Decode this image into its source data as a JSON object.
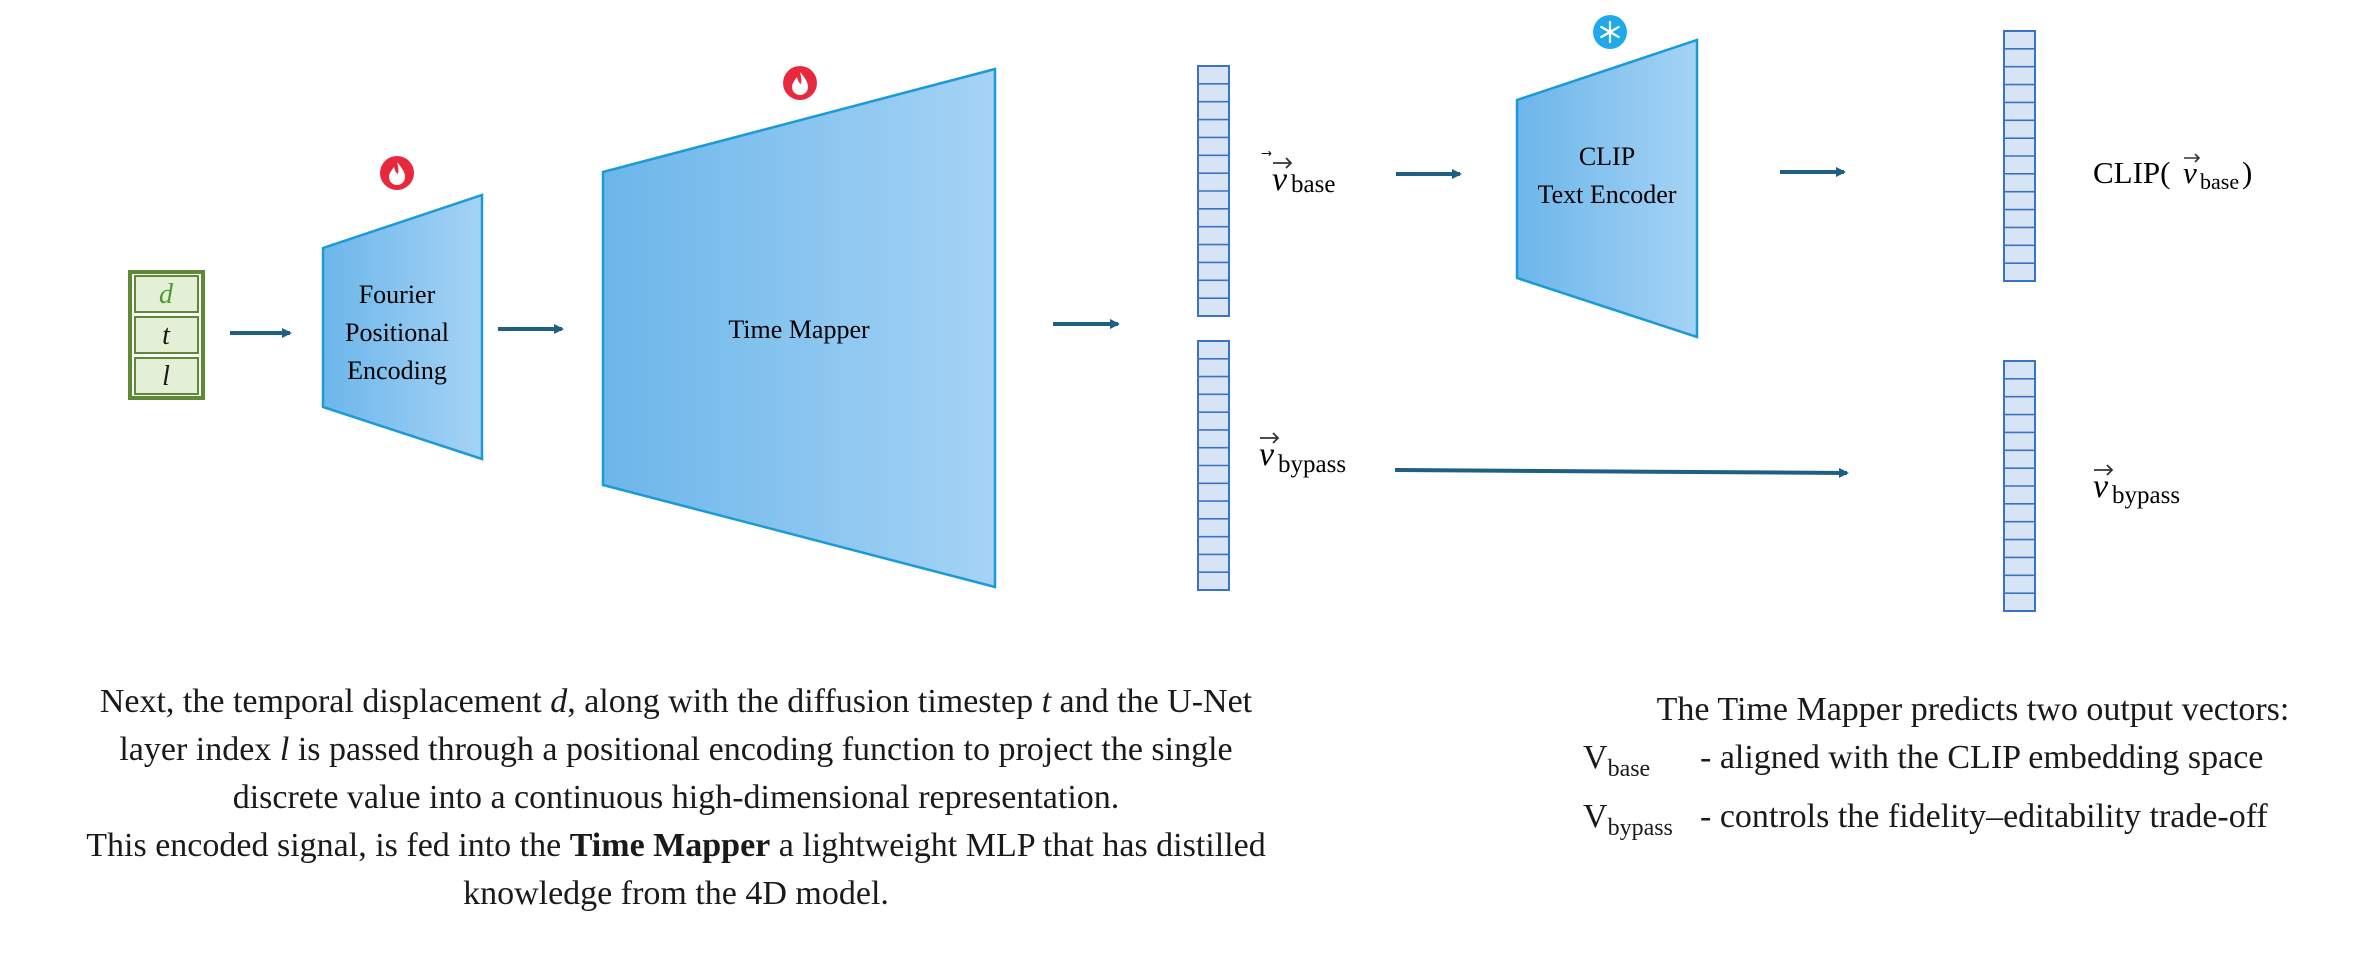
{
  "colors": {
    "arrow": "#1f5f82",
    "block_stroke": "#1a9ad6",
    "block_fill_dark": "#6cb6ea",
    "block_fill_light": "#a5d3f5",
    "vector_stroke": "#3b73c4",
    "vector_fill": "#d6e4f5",
    "input_border": "#5e8a35",
    "input_fill": "#e3f0d6",
    "fire_badge": "#e8283c",
    "frozen_badge": "#1fa8ea"
  },
  "inputs": {
    "d": "d",
    "t": "t",
    "l": "l"
  },
  "blocks": {
    "fourier": [
      "Fourier",
      "Positional",
      "Encoding"
    ],
    "time_mapper": "Time Mapper",
    "clip": [
      "CLIP",
      "Text Encoder"
    ]
  },
  "badges": {
    "fourier": "fire-icon",
    "time_mapper": "fire-icon",
    "clip": "snowflake-icon"
  },
  "vectors": {
    "base_var": "v",
    "base_sub": "base",
    "bypass_var": "v",
    "bypass_sub": "bypass",
    "clip_fn": "CLIP(",
    "clip_close": ")"
  },
  "caption_left": {
    "line1_a": "Next, the temporal displacement ",
    "line1_d": "d",
    "line1_b": ", along with the diffusion timestep ",
    "line1_t": "t",
    "line1_c": " and the U-Net",
    "line2_a": "layer index ",
    "line2_l": "l",
    "line2_b": " is passed through a positional encoding function to project the single",
    "line3": "discrete value into a continuous high-dimensional representation.",
    "line4_a": "This encoded signal, is fed into the ",
    "line4_bold": "Time Mapper",
    "line4_b": " a lightweight MLP that has distilled",
    "line5": "knowledge from the 4D model."
  },
  "caption_right": {
    "heading": "The Time Mapper predicts two output vectors:",
    "items": [
      {
        "name": "V",
        "sub": "base",
        "desc": "- aligned with the CLIP embedding space"
      },
      {
        "name": "V",
        "sub": "bypass",
        "desc": "- controls the fidelity–editability trade-off"
      }
    ]
  }
}
